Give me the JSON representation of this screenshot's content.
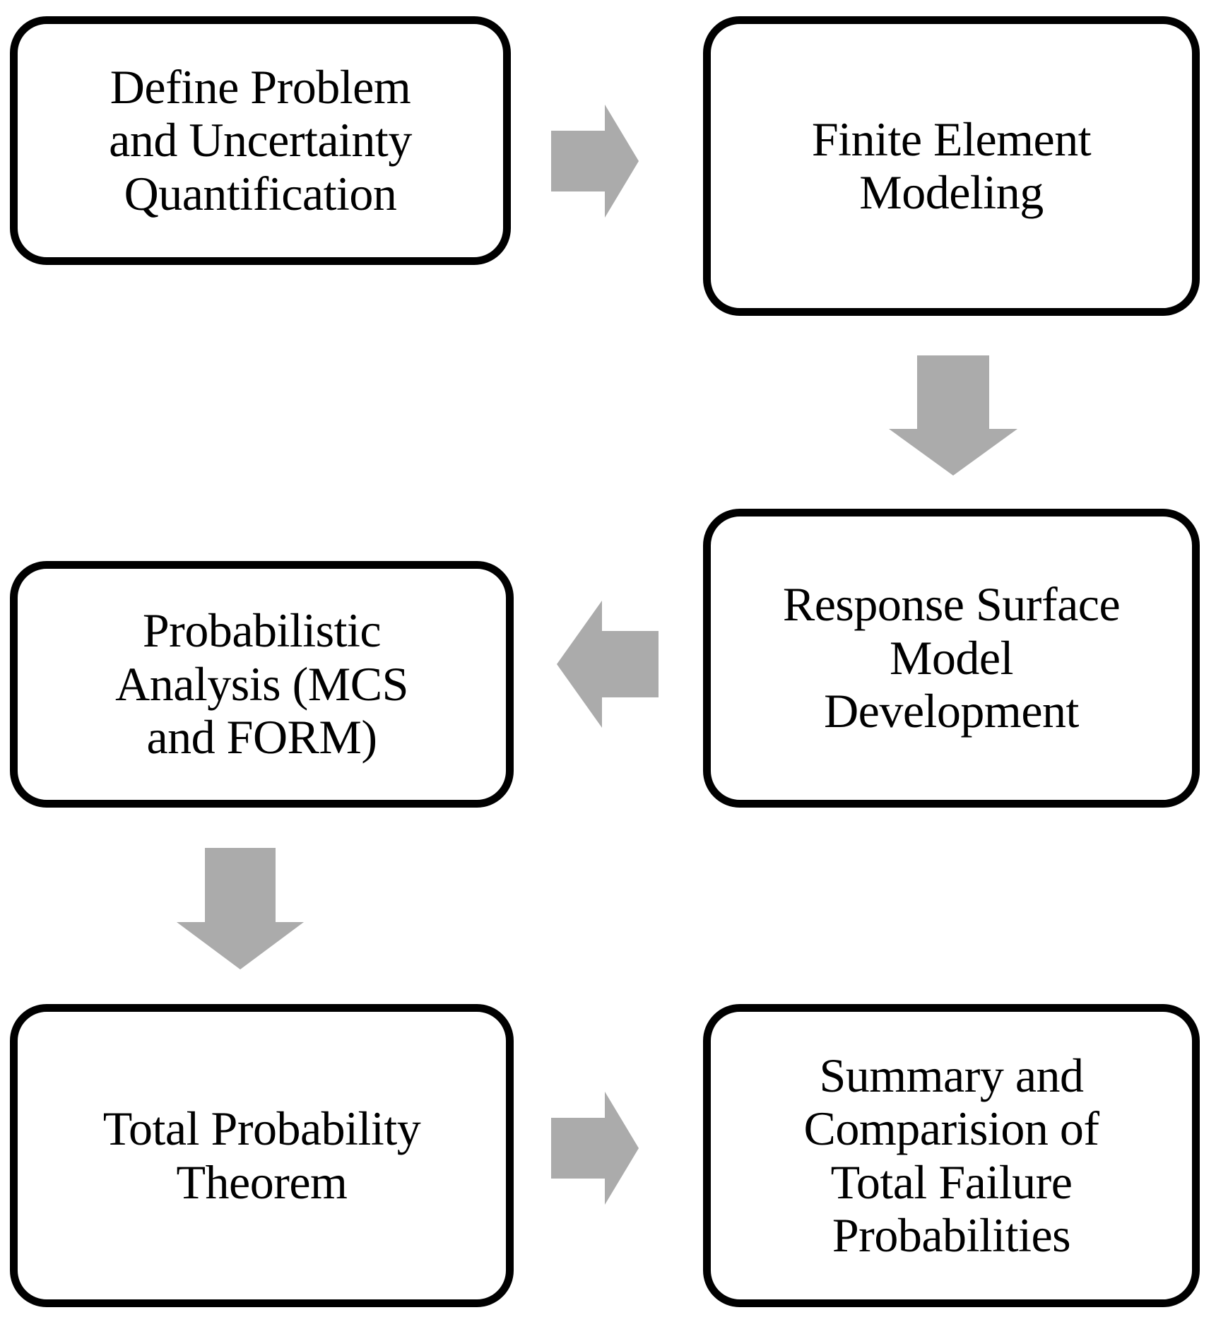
{
  "diagram": {
    "title": "Reliability analysis workflow flowchart",
    "background_color": "#FFFFFF",
    "node_border_color": "#000000",
    "node_fill_color": "#FFFFFF",
    "arrow_color": "#ABABAB",
    "text_color": "#000000",
    "nodes": [
      {
        "id": "define",
        "label": "Define Problem and Uncertainty Quantification",
        "lines": [
          "Define Problem",
          "and Uncertainty",
          "Quantification"
        ],
        "row": 1,
        "column": "left"
      },
      {
        "id": "fem",
        "label": "Finite Element Modeling",
        "lines": [
          "Finite Element",
          "Modeling"
        ],
        "row": 1,
        "column": "right"
      },
      {
        "id": "prob",
        "label": "Probabilistic Analysis (MCS and FORM)",
        "lines": [
          "Probabilistic",
          "Analysis (MCS",
          "and FORM)"
        ],
        "row": 2,
        "column": "left"
      },
      {
        "id": "rsm",
        "label": "Response Surface Model Development",
        "lines": [
          "Response Surface",
          "Model",
          "Development"
        ],
        "row": 2,
        "column": "right"
      },
      {
        "id": "total",
        "label": "Total Probability Theorem",
        "lines": [
          "Total Probability",
          "Theorem"
        ],
        "row": 3,
        "column": "left"
      },
      {
        "id": "summary",
        "label": "Summary and Comparision of Total Failure Probabilities",
        "lines": [
          "Summary and",
          "Comparision of",
          "Total Failure",
          "Probabilities"
        ],
        "row": 3,
        "column": "right"
      }
    ],
    "arrows": [
      {
        "id": "define-to-fem",
        "from": "define",
        "to": "fem",
        "direction": "right"
      },
      {
        "id": "fem-to-rsm",
        "from": "fem",
        "to": "rsm",
        "direction": "down"
      },
      {
        "id": "rsm-to-prob",
        "from": "rsm",
        "to": "prob",
        "direction": "left"
      },
      {
        "id": "prob-to-total",
        "from": "prob",
        "to": "total",
        "direction": "down"
      },
      {
        "id": "total-to-summary",
        "from": "total",
        "to": "summary",
        "direction": "right"
      }
    ]
  }
}
